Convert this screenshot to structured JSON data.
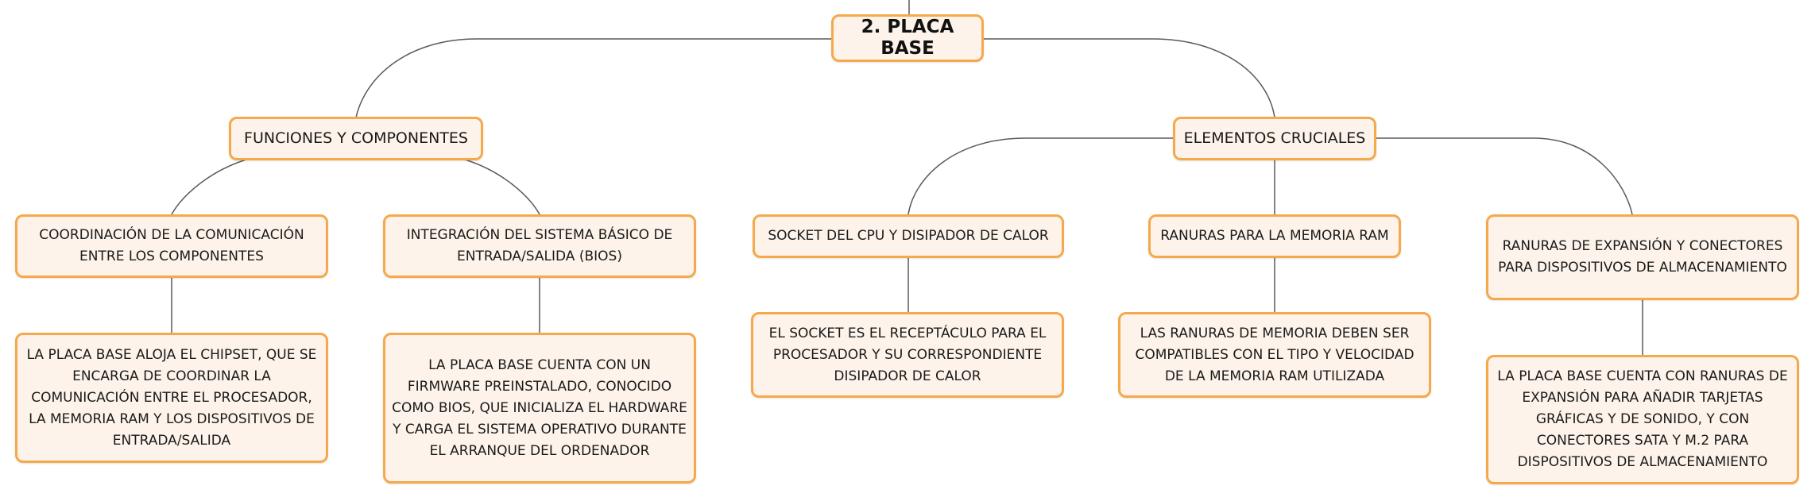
{
  "diagram": {
    "root": {
      "label": "2. PLACA BASE"
    },
    "branches": [
      {
        "label": "FUNCIONES Y COMPONENTES",
        "children": [
          {
            "label": "COORDINACIÓN DE LA COMUNICACIÓN ENTRE LOS COMPONENTES",
            "detail": "LA PLACA BASE ALOJA EL CHIPSET, QUE SE ENCARGA DE COORDINAR LA COMUNICACIÓN ENTRE EL PROCESADOR, LA MEMORIA RAM Y LOS DISPOSITIVOS DE ENTRADA/SALIDA"
          },
          {
            "label": "INTEGRACIÓN DEL SISTEMA BÁSICO DE ENTRADA/SALIDA (BIOS)",
            "detail": "LA PLACA BASE CUENTA CON UN FIRMWARE PREINSTALADO, CONOCIDO COMO BIOS, QUE INICIALIZA EL HARDWARE Y CARGA EL SISTEMA OPERATIVO DURANTE EL ARRANQUE DEL ORDENADOR"
          }
        ]
      },
      {
        "label": "ELEMENTOS CRUCIALES",
        "children": [
          {
            "label": "SOCKET DEL CPU Y DISIPADOR DE CALOR",
            "detail": "EL SOCKET ES EL RECEPTÁCULO PARA EL PROCESADOR Y SU CORRESPONDIENTE DISIPADOR DE CALOR"
          },
          {
            "label": "RANURAS PARA LA MEMORIA RAM",
            "detail": "LAS RANURAS DE MEMORIA DEBEN SER COMPATIBLES CON EL TIPO Y VELOCIDAD DE LA MEMORIA RAM UTILIZADA"
          },
          {
            "label": "RANURAS DE EXPANSIÓN Y CONECTORES PARA DISPOSITIVOS DE ALMACENAMIENTO",
            "detail": "LA PLACA BASE CUENTA CON RANURAS DE EXPANSIÓN PARA AÑADIR TARJETAS GRÁFICAS Y DE SONIDO, Y CON CONECTORES SATA Y M.2 PARA DISPOSITIVOS DE ALMACENAMIENTO"
          }
        ]
      }
    ]
  },
  "colors": {
    "node_border": "#f5a94b",
    "node_fill": "#fdf3ea",
    "connector": "#5a5a5a",
    "text": "#1a1a1a"
  }
}
